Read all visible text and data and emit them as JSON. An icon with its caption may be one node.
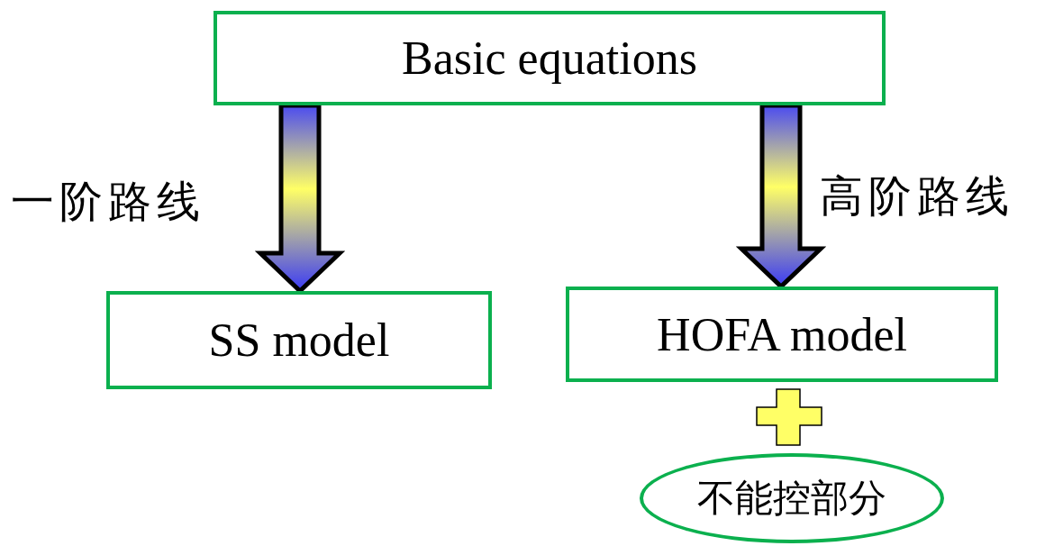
{
  "diagram": {
    "nodes": [
      {
        "text": [
          "Basic equations"
        ]
      },
      {
        "text": [
          "SS model"
        ]
      },
      {
        "text": [
          "HOFA model"
        ]
      },
      {
        "text": [
          "不能控部分"
        ]
      }
    ],
    "edges": [
      {
        "from": 0,
        "to": 1,
        "arrow": "to",
        "label": "一阶路线",
        "style": "thick"
      },
      {
        "from": 0,
        "to": 2,
        "arrow": "to",
        "label": "高阶路线",
        "style": "thick"
      }
    ]
  }
}
